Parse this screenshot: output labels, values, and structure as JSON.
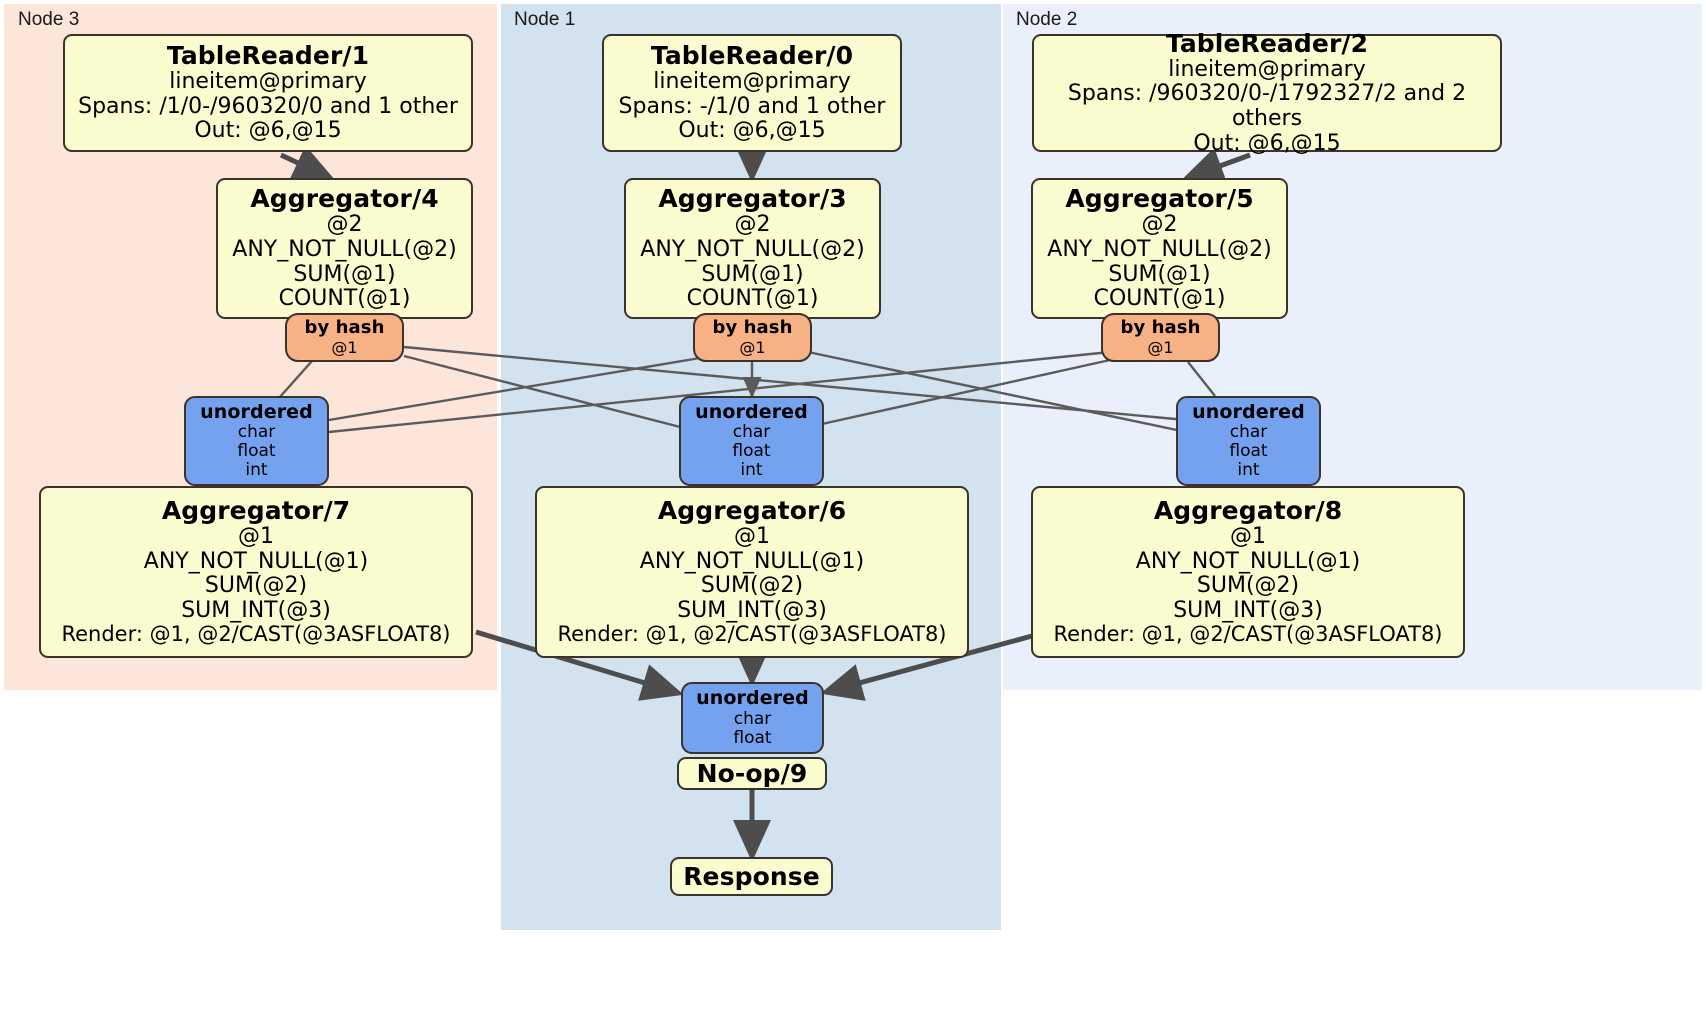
{
  "diagram": {
    "type": "distributed-query-plan",
    "title": "",
    "colors": {
      "node3_panel": "#fce5d9",
      "node1_panel": "#d3e2ef",
      "node2_panel": "#eaf0fb",
      "processor_box": "#fbfbd0",
      "hash_router": "#f7b185",
      "unordered_sync": "#74a2ef",
      "box_border": "#3a332c",
      "edge_thin": "#5b5b5b",
      "edge_thick": "#4d4d4d"
    }
  },
  "nodes": [
    {
      "id": "node3",
      "label": "Node 3"
    },
    {
      "id": "node1",
      "label": "Node 1"
    },
    {
      "id": "node2",
      "label": "Node 2"
    }
  ],
  "processors": {
    "table_reader_1": {
      "title": "TableReader/1",
      "lines": [
        "lineitem@primary",
        "Spans: /1/0-/960320/0 and 1 other",
        "Out: @6,@15"
      ]
    },
    "table_reader_0": {
      "title": "TableReader/0",
      "lines": [
        "lineitem@primary",
        "Spans: -/1/0 and 1 other",
        "Out: @6,@15"
      ]
    },
    "table_reader_2": {
      "title": "TableReader/2",
      "lines": [
        "lineitem@primary",
        "Spans: /960320/0-/1792327/2 and 2 others",
        "Out: @6,@15"
      ]
    },
    "aggregator_4": {
      "title": "Aggregator/4",
      "lines": [
        "@2",
        "ANY_NOT_NULL(@2)",
        "SUM(@1)",
        "COUNT(@1)"
      ]
    },
    "aggregator_3": {
      "title": "Aggregator/3",
      "lines": [
        "@2",
        "ANY_NOT_NULL(@2)",
        "SUM(@1)",
        "COUNT(@1)"
      ]
    },
    "aggregator_5": {
      "title": "Aggregator/5",
      "lines": [
        "@2",
        "ANY_NOT_NULL(@2)",
        "SUM(@1)",
        "COUNT(@1)"
      ]
    },
    "aggregator_7": {
      "title": "Aggregator/7",
      "lines": [
        "@1",
        "ANY_NOT_NULL(@1)",
        "SUM(@2)",
        "SUM_INT(@3)",
        "Render: @1, @2/CAST(@3ASFLOAT8)"
      ]
    },
    "aggregator_6": {
      "title": "Aggregator/6",
      "lines": [
        "@1",
        "ANY_NOT_NULL(@1)",
        "SUM(@2)",
        "SUM_INT(@3)",
        "Render: @1, @2/CAST(@3ASFLOAT8)"
      ]
    },
    "aggregator_8": {
      "title": "Aggregator/8",
      "lines": [
        "@1",
        "ANY_NOT_NULL(@1)",
        "SUM(@2)",
        "SUM_INT(@3)",
        "Render: @1, @2/CAST(@3ASFLOAT8)"
      ]
    },
    "noop_9": {
      "title": "No-op/9",
      "lines": []
    },
    "response": {
      "title": "Response",
      "lines": []
    }
  },
  "routers": {
    "by_hash_left": {
      "title": "by hash",
      "lines": [
        "@1"
      ]
    },
    "by_hash_center": {
      "title": "by hash",
      "lines": [
        "@1"
      ]
    },
    "by_hash_right": {
      "title": "by hash",
      "lines": [
        "@1"
      ]
    }
  },
  "synchronizers": {
    "unordered_left": {
      "title": "unordered",
      "lines": [
        "char",
        "float",
        "int"
      ]
    },
    "unordered_center": {
      "title": "unordered",
      "lines": [
        "char",
        "float",
        "int"
      ]
    },
    "unordered_right": {
      "title": "unordered",
      "lines": [
        "char",
        "float",
        "int"
      ]
    },
    "unordered_final": {
      "title": "unordered",
      "lines": [
        "char",
        "float"
      ]
    }
  }
}
